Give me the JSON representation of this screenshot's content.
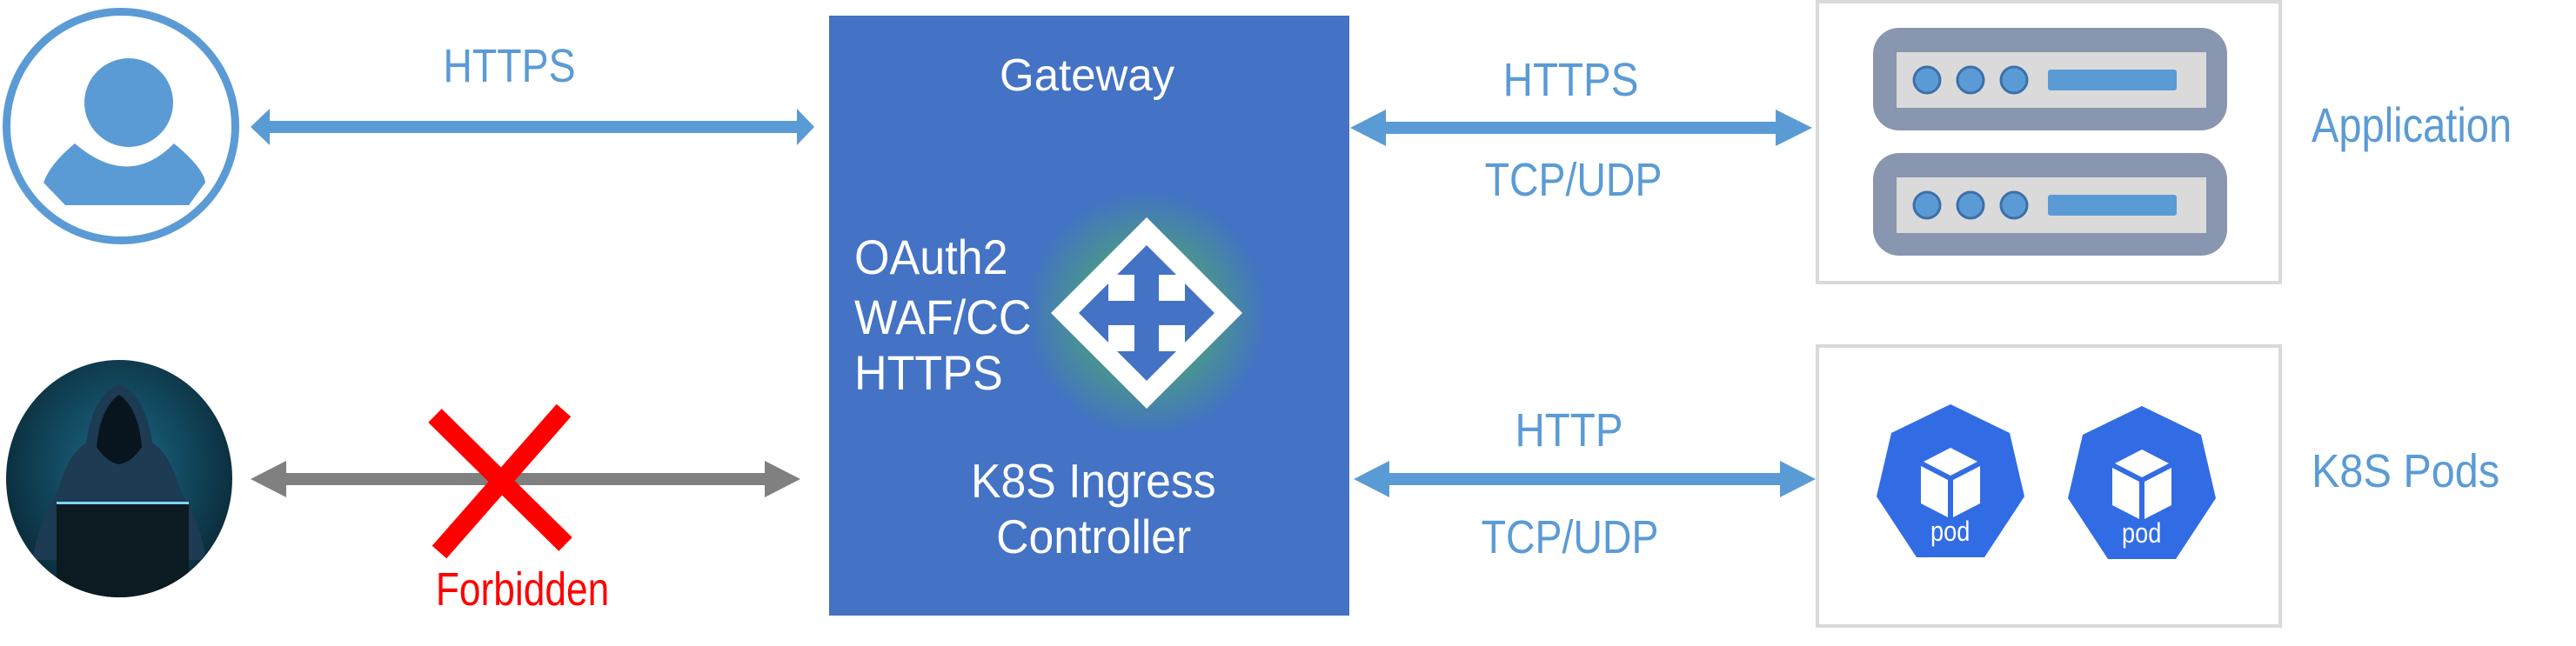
{
  "diagram": {
    "title": "Gateway / K8S Ingress Controller traffic flow",
    "colors": {
      "gateway_fill": "#4472C4",
      "arrow_blue": "#5B9BD5",
      "arrow_gray": "#808080",
      "forbidden_red": "#FF0000",
      "pod_blue": "#326CE5",
      "server_body": "#8896AF",
      "server_panel": "#DADADA",
      "box_border": "#D9D9D9"
    }
  },
  "clients": {
    "user": {
      "icon": "user-icon",
      "arrow_label": "HTTPS"
    },
    "attacker": {
      "icon": "hacker-icon",
      "status_label": "Forbidden",
      "block_icon": "x-mark-icon"
    }
  },
  "gateway": {
    "title": "Gateway",
    "features": [
      "OAuth2",
      "WAF/CC",
      "HTTPS"
    ],
    "icon": "ingress-arrows-icon",
    "subtitle_line1": "K8S Ingress",
    "subtitle_line2": "Controller"
  },
  "backends": {
    "application": {
      "label": "Application",
      "icon": "server-rack-icon",
      "protocol_top": "HTTPS",
      "protocol_bottom": "TCP/UDP"
    },
    "pods": {
      "label": "K8S Pods",
      "icon": "pod-icon",
      "pod_labels": [
        "pod",
        "pod"
      ],
      "protocol_top": "HTTP",
      "protocol_bottom": "TCP/UDP"
    }
  }
}
